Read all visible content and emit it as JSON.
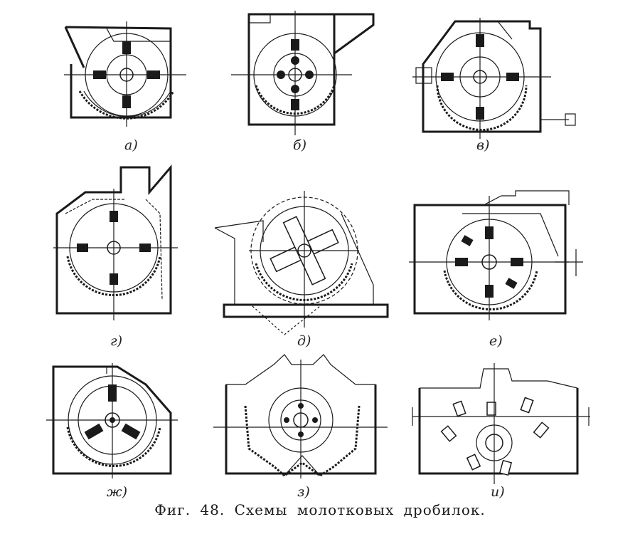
{
  "caption": "Фиг.  48.  Схемы  молотковых  дробилок.",
  "panels": [
    {
      "label": "а)"
    },
    {
      "label": "б)"
    },
    {
      "label": "в)"
    },
    {
      "label": "г)"
    },
    {
      "label": "д)"
    },
    {
      "label": "е)"
    },
    {
      "label": "ж)"
    },
    {
      "label": "з)"
    },
    {
      "label": "и)"
    }
  ]
}
